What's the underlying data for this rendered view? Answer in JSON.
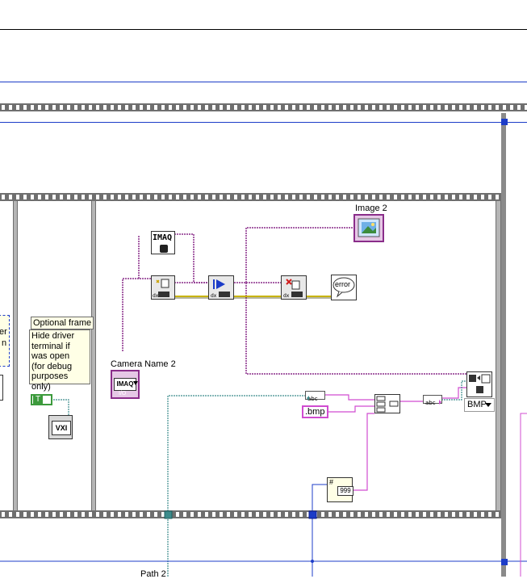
{
  "labels": {
    "image": "Image 2",
    "camera_name": "Camera Name 2",
    "optional_frame": "Optional frame",
    "path": "Path 2",
    "left_partial_1": "er",
    "left_partial_2": "n"
  },
  "comment": {
    "text": "Hide driver\nterminal if\nwas open\n(for debug\npurposes only)"
  },
  "nodes": {
    "imaq_session": "IMAQ",
    "camera_ctrl": "IMAQ",
    "camera_ctrl_sub": "I/O",
    "error_handler": "error",
    "vxi": "VXI"
  },
  "constants": {
    "extension": ".bmp",
    "format_ring": "BMP",
    "bool": "T",
    "number_display": "999"
  },
  "colors": {
    "structure": "#6f6f6f",
    "wire_pink": "#d04cd0",
    "wire_purple": "#8a2d8a",
    "wire_teal": "#3c8c8c",
    "wire_blue": "#1c3cc8",
    "wire_error": "#c8b400",
    "comment_bg": "#ffffe6"
  }
}
